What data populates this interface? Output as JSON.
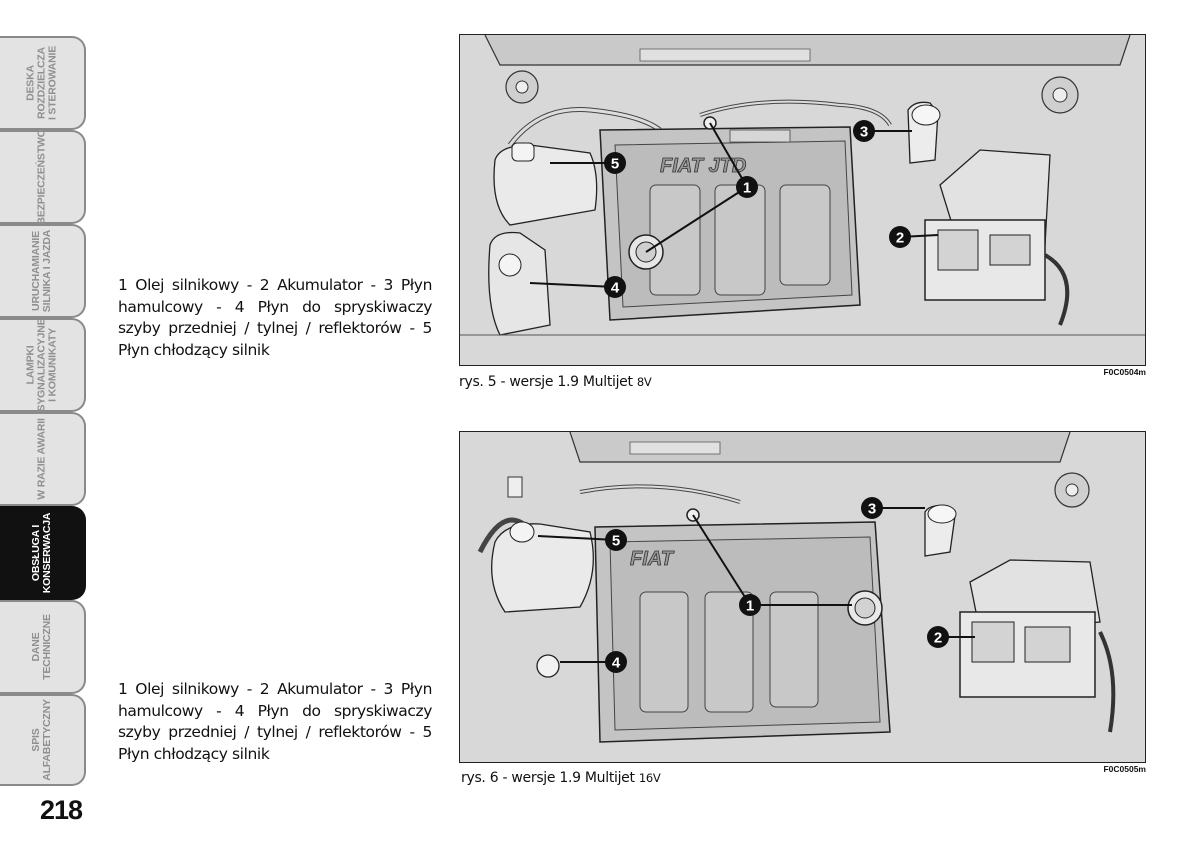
{
  "tabs": [
    {
      "label": "DESKA\nROZDZIELCZA\nI STEROWANIE",
      "active": false
    },
    {
      "label": "BEZPIECZEŃSTWO",
      "active": false
    },
    {
      "label": "URUCHAMIANIE\nSILNIKA I JAZDA",
      "active": false
    },
    {
      "label": "LAMPKI\nSYGNALIZACYJNE\nI KOMUNIKATY",
      "active": false
    },
    {
      "label": "W RAZIE AWARII",
      "active": false
    },
    {
      "label": "OBSŁUGA I\nKONSERWACJA",
      "active": true
    },
    {
      "label": "DANE\nTECHNICZNE",
      "active": false
    },
    {
      "label": "SPIS\nALFABETYCZNY",
      "active": false
    }
  ],
  "page_number": "218",
  "captions": [
    "1 Olej silnikowy - 2 Akumulator - 3 Płyn hamulcowy - 4 Płyn do spryskiwaczy szyby przedniej / tylnej / reflektorów - 5 Płyn chłodzący silnik",
    "1 Olej silnikowy - 2 Akumulator - 3 Płyn hamulcowy - 4 Płyn do spryskiwaczy szyby przedniej / tylnej / reflektorów - 5 Płyn chłodzący silnik"
  ],
  "figures": [
    {
      "caption": "rys. 5 - wersje 1.9 Multijet",
      "version": "8V",
      "code": "F0C0504m",
      "engine_logo": "FIAT JTD",
      "callouts": [
        "1",
        "2",
        "3",
        "4",
        "5"
      ]
    },
    {
      "caption": "rys. 6 - wersje 1.9 Multijet",
      "version": "16V",
      "code": "F0C0505m",
      "engine_logo": "FIAT",
      "callouts": [
        "1",
        "2",
        "3",
        "4",
        "5"
      ]
    }
  ]
}
